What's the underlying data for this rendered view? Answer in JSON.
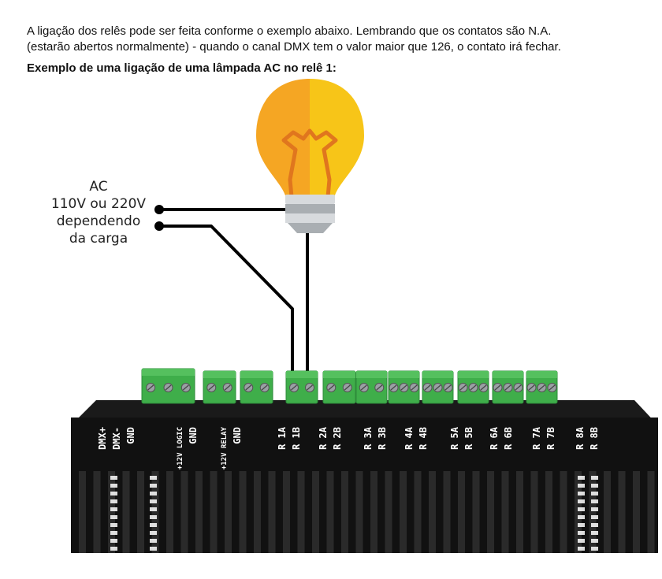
{
  "intro": {
    "line1": "A ligação dos relês pode ser feita conforme o exemplo abaixo. Lembrando que os contatos são N.A.",
    "line2": "(estarão abertos normalmente) - quando o canal DMX tem o valor maior que 126, o contato irá fechar."
  },
  "heading": "Exemplo de uma ligação de uma lâmpada AC no relê 1:",
  "ac_label": {
    "line1": "AC",
    "line2": "110V ou 220V",
    "line3": "dependendo",
    "line4": "da carga"
  },
  "board_labels": [
    [
      "DMX+",
      "DMX-",
      "GND"
    ],
    [
      "+12V LOGIC",
      "GND"
    ],
    [
      "+12V RELAY",
      "GND"
    ],
    [
      "R 1A",
      "R 1B"
    ],
    [
      "R 2A",
      "R 2B"
    ],
    [
      "R 3A",
      "R 3B"
    ],
    [
      "R 4A",
      "R 4B"
    ],
    [
      "R 5A",
      "R 5B"
    ],
    [
      "R 6A",
      "R 6B"
    ],
    [
      "R 7A",
      "R 7B"
    ],
    [
      "R 8A",
      "R 8B"
    ]
  ],
  "colors": {
    "bulb_left": "#F5A623",
    "bulb_right": "#F7C518",
    "filament": "#E0761E",
    "socket": "#BFC4C8",
    "terminal": "#3FAE4A",
    "board": "#1A1A1A",
    "wire": "#000000"
  }
}
